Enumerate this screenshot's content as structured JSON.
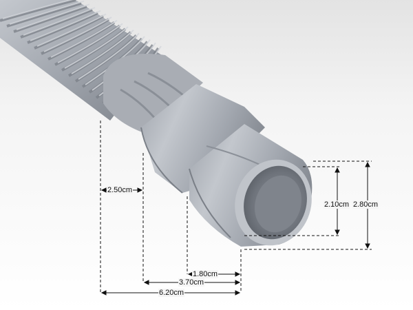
{
  "dimensions": {
    "outer_height": "2.80cm",
    "inner_height": "2.10cm",
    "neck_width": "2.50cm",
    "cuff_length": "1.80cm",
    "mid_length": "3.70cm",
    "total_length": "6.20cm"
  },
  "colors": {
    "background": "#f2f2f2",
    "hose_light": "#b6bac1",
    "hose_mid": "#9ba0a8",
    "hose_dark": "#6f747c",
    "dimension_line": "#111111"
  }
}
